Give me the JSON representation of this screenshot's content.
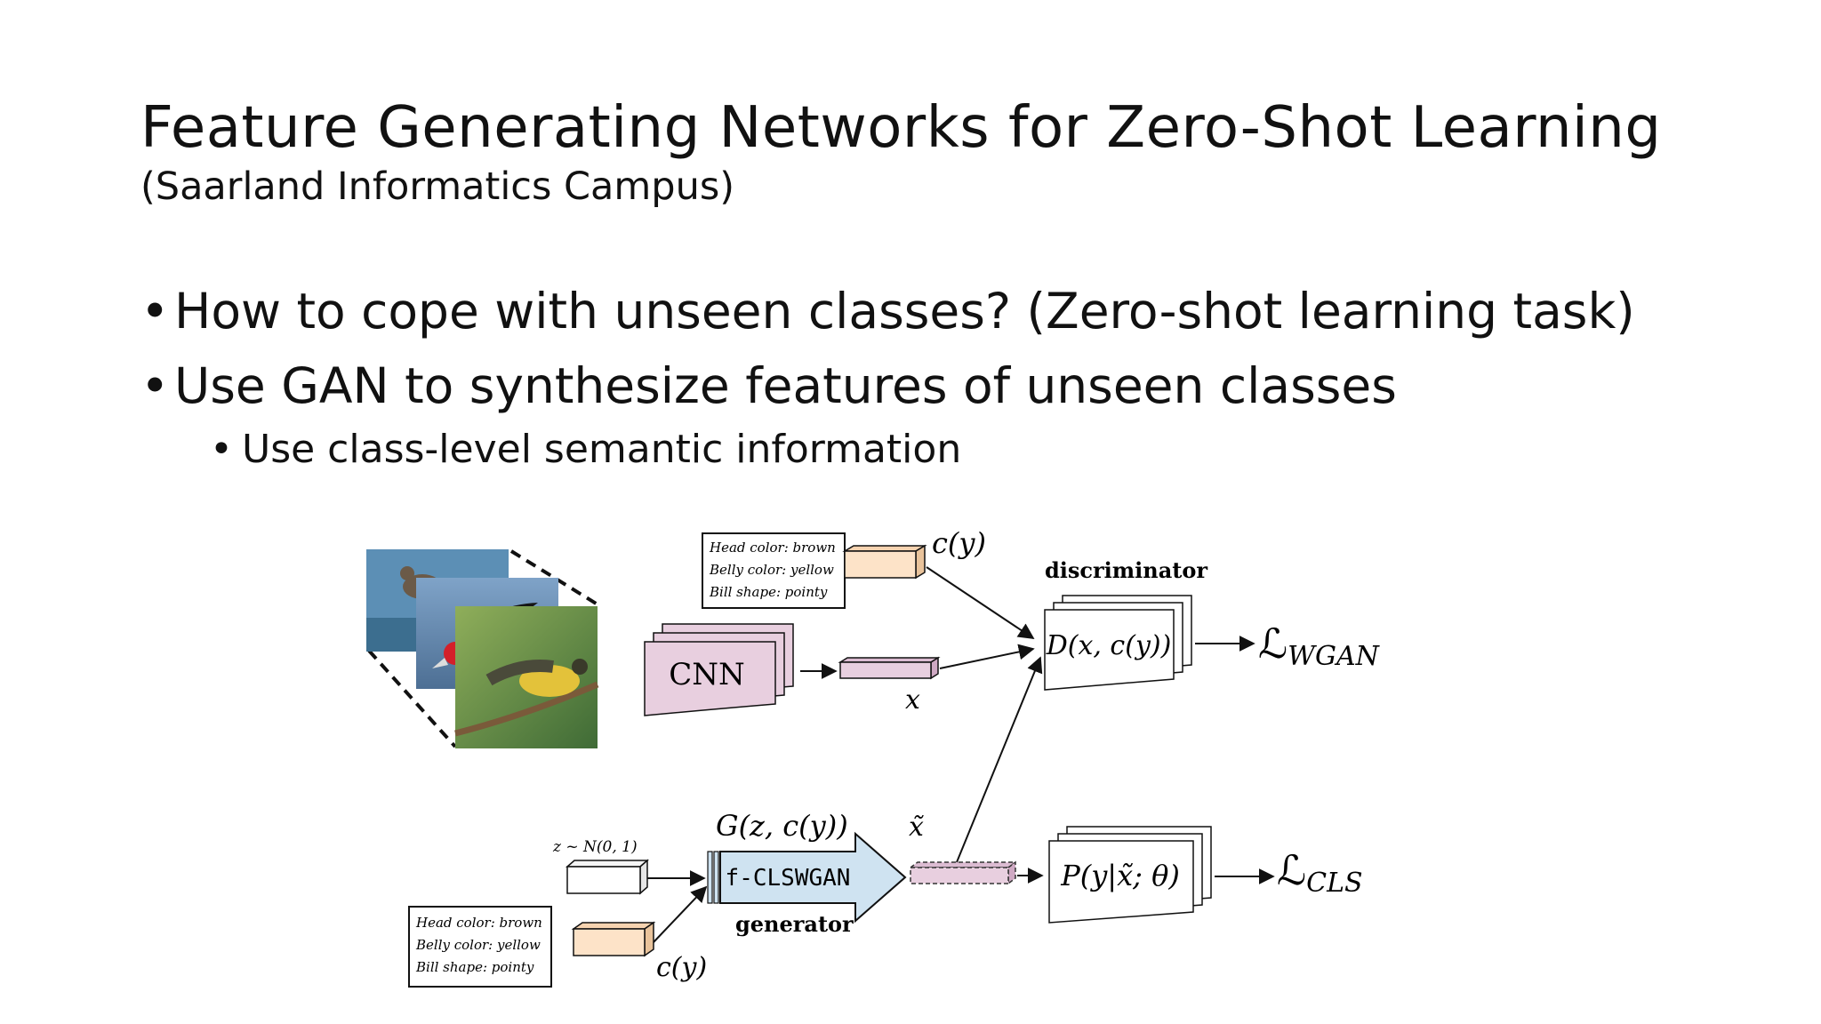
{
  "slide": {
    "title": "Feature Generating Networks for Zero-Shot Learning",
    "subtitle": "(Saarland Informatics Campus)",
    "bullets": [
      {
        "text": "How to cope with unseen classes? (Zero-shot learning task)",
        "level": 1
      },
      {
        "text": "Use GAN to synthesize features of unseen classes",
        "level": 1
      },
      {
        "text": "Use class-level semantic information",
        "level": 2
      }
    ],
    "bullet_glyph": "•"
  },
  "diagram": {
    "attributes_top": [
      "Head color: brown",
      "Belly color: yellow",
      "Bill shape: pointy"
    ],
    "attributes_bottom": [
      "Head color: brown",
      "Belly color: yellow",
      "Bill shape: pointy"
    ],
    "cnn_label": "CNN",
    "cy_label_top": "c(y)",
    "cy_label_bottom": "c(y)",
    "x_label": "x",
    "discriminator_label": "discriminator",
    "discriminator_fn": "D(x, c(y))",
    "loss_wgan": "ℒ",
    "loss_wgan_sub": "WGAN",
    "noise_label": "z ~ N(0, 1)",
    "generator_fn": "G(z, c(y))",
    "generator_name": "f-CLSWGAN",
    "generator_label": "generator",
    "x_tilde_label": "x̃",
    "classifier_fn": "P(y|x̃; θ)",
    "loss_cls": "ℒ",
    "loss_cls_sub": "CLS",
    "colors": {
      "feature_pink": "#e8cfdf",
      "condition_peach": "#fde3c8",
      "generator_blue": "#cfe3f1",
      "outline": "#222222"
    }
  }
}
